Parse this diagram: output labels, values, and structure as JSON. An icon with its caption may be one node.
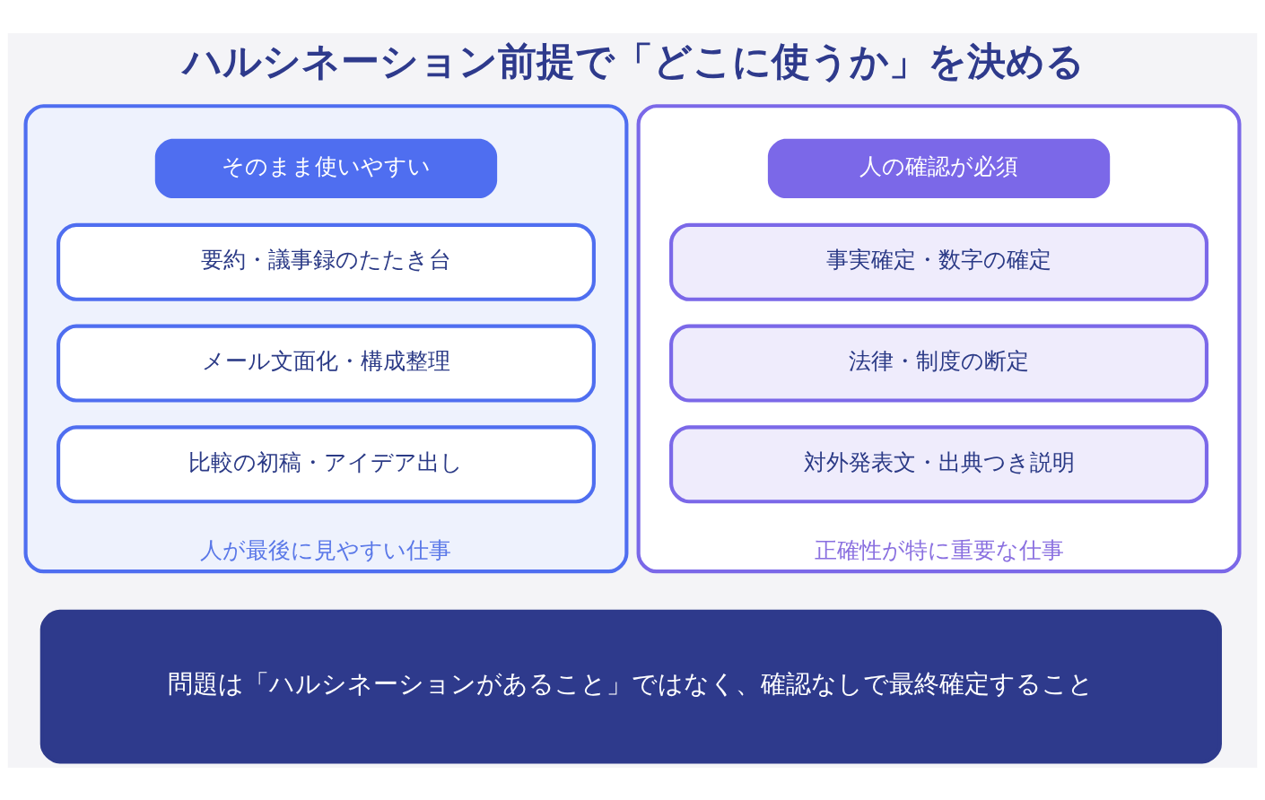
{
  "diagram": {
    "title": "ハルシネーション前提で「どこに使うか」を決める",
    "nodes": [
      {
        "text": [
          "人が最後に見やすい仕事"
        ]
      },
      {
        "text": [
          "そのまま使いやすい"
        ],
        "in": 0
      },
      {
        "text": [
          "要約・議事録のたたき台"
        ],
        "in": 0
      },
      {
        "text": [
          "メール文面化・構成整理"
        ],
        "in": 0
      },
      {
        "text": [
          "比較の初稿・アイデア出し"
        ],
        "in": 0
      },
      {
        "text": [
          "正確性が特に重要な仕事"
        ]
      },
      {
        "text": [
          "人の確認が必須"
        ],
        "in": 5
      },
      {
        "text": [
          "事実確定・数字の確定"
        ],
        "in": 5
      },
      {
        "text": [
          "法律・制度の断定"
        ],
        "in": 5
      },
      {
        "text": [
          "対外発表文・出典つき説明"
        ],
        "in": 5
      },
      {
        "text": [
          "問題は「ハルシネーションがあること」ではなく、確認なしで最終確定すること"
        ]
      }
    ],
    "edges": []
  }
}
